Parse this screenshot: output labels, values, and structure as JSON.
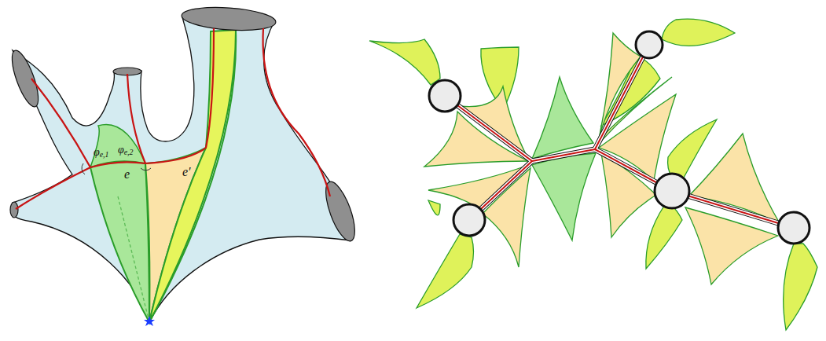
{
  "diagram": {
    "labels": [
      "φe,1",
      "φe,2",
      "e",
      "e′"
    ]
  }
}
